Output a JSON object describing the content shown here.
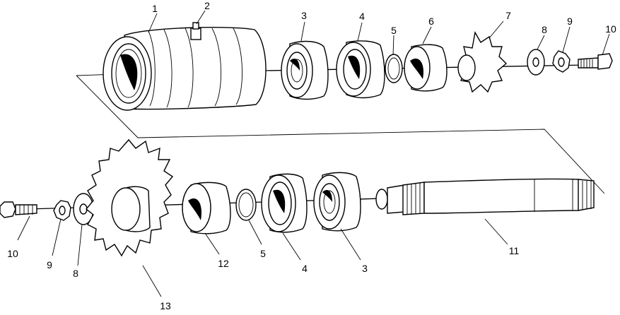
{
  "diagram": {
    "callouts": [
      {
        "id": "top-1",
        "text": "1"
      },
      {
        "id": "top-2",
        "text": "2"
      },
      {
        "id": "top-3",
        "text": "3"
      },
      {
        "id": "top-4",
        "text": "4"
      },
      {
        "id": "top-5",
        "text": "5"
      },
      {
        "id": "top-6",
        "text": "6"
      },
      {
        "id": "top-7",
        "text": "7"
      },
      {
        "id": "top-8",
        "text": "8"
      },
      {
        "id": "top-9",
        "text": "9"
      },
      {
        "id": "top-10",
        "text": "10"
      },
      {
        "id": "bot-10",
        "text": "10"
      },
      {
        "id": "bot-9",
        "text": "9"
      },
      {
        "id": "bot-8",
        "text": "8"
      },
      {
        "id": "bot-13",
        "text": "13"
      },
      {
        "id": "bot-12",
        "text": "12"
      },
      {
        "id": "bot-5",
        "text": "5"
      },
      {
        "id": "bot-4",
        "text": "4"
      },
      {
        "id": "bot-3",
        "text": "3"
      },
      {
        "id": "bot-11",
        "text": "11"
      }
    ]
  }
}
